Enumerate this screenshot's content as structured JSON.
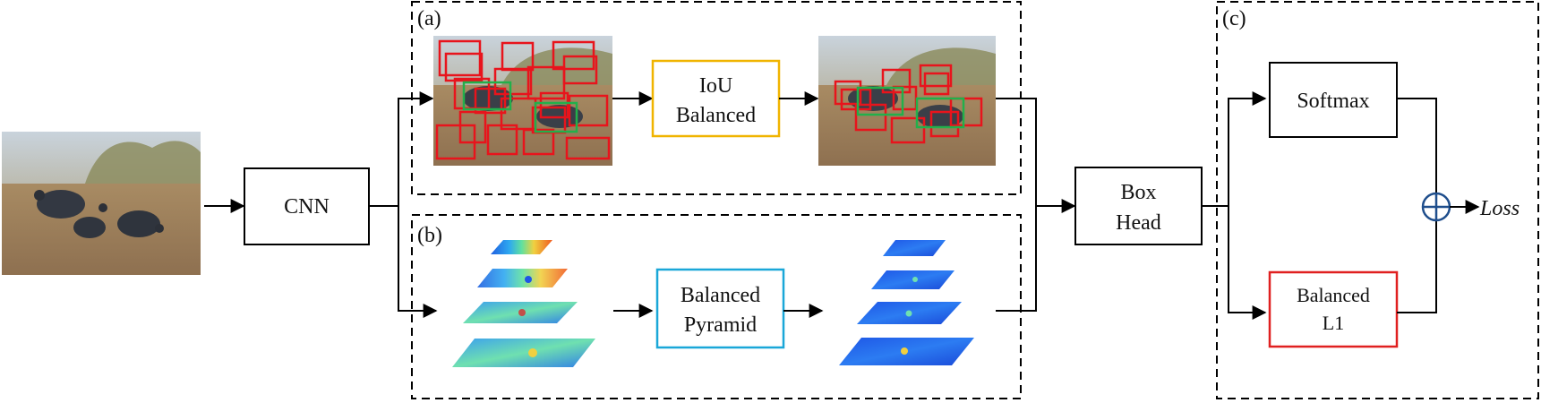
{
  "panels": {
    "a": "(a)",
    "b": "(b)",
    "c": "(c)"
  },
  "boxes": {
    "cnn": "CNN",
    "iou_line1": "IoU",
    "iou_line2": "Balanced",
    "pyr_line1": "Balanced",
    "pyr_line2": "Pyramid",
    "head_line1": "Box",
    "head_line2": "Head",
    "softmax": "Softmax",
    "l1_line1": "Balanced",
    "l1_line2": "L1"
  },
  "output_label": "Loss",
  "colors": {
    "iou_border": "#f0b400",
    "pyramid_border": "#1aa7d8",
    "balanced_l1_border": "#e02020",
    "plus_circle": "#1f4e8c",
    "proposal_box": "#e8141c",
    "gt_box": "#22b04b"
  }
}
